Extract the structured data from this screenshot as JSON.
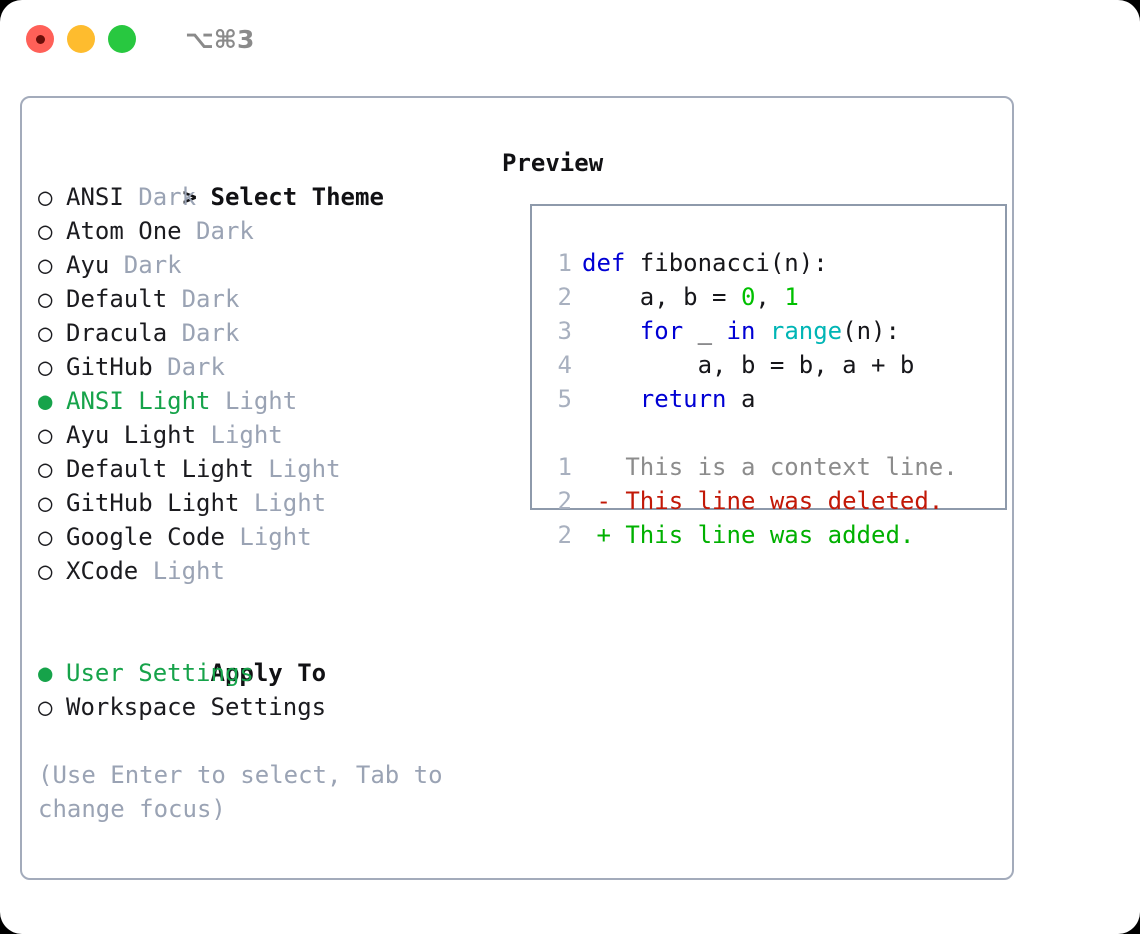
{
  "titlebar": {
    "shortcut_label": "⌥⌘3",
    "buttons": [
      {
        "name": "close",
        "color": "#ff6058"
      },
      {
        "name": "minimize",
        "color": "#febc2e"
      },
      {
        "name": "maximize",
        "color": "#28c840"
      }
    ]
  },
  "colors": {
    "accent_green": "#16a34a",
    "muted": "#9aa3b4",
    "text": "#1b1b1f",
    "border": "#a3abbb",
    "preview_border": "#8e9aab",
    "keyword_blue": "#0000d4",
    "function_cyan": "#00b5b5",
    "number_green": "#00c000",
    "diff_delete_red": "#c21807",
    "diff_add_green": "#00b000",
    "line_number": "#a8b0bf"
  },
  "theme_picker": {
    "header": "Select Theme",
    "header_prefix": "> ",
    "selected_marker": "● ",
    "unselected_marker": "○ ",
    "items": [
      {
        "name": "ANSI",
        "variant": "Dark",
        "selected": false
      },
      {
        "name": "Atom One",
        "variant": "Dark",
        "selected": false
      },
      {
        "name": "Ayu",
        "variant": "Dark",
        "selected": false
      },
      {
        "name": "Default",
        "variant": "Dark",
        "selected": false
      },
      {
        "name": "Dracula",
        "variant": "Dark",
        "selected": false
      },
      {
        "name": "GitHub",
        "variant": "Dark",
        "selected": false
      },
      {
        "name": "ANSI Light",
        "variant": "Light",
        "selected": true
      },
      {
        "name": "Ayu Light",
        "variant": "Light",
        "selected": false
      },
      {
        "name": "Default Light",
        "variant": "Light",
        "selected": false
      },
      {
        "name": "GitHub Light",
        "variant": "Light",
        "selected": false
      },
      {
        "name": "Google Code",
        "variant": "Light",
        "selected": false
      },
      {
        "name": "XCode",
        "variant": "Light",
        "selected": false
      }
    ]
  },
  "apply_to": {
    "header": "Apply To",
    "header_indent": "  ",
    "items": [
      {
        "name": "User Settings",
        "selected": true
      },
      {
        "name": "Workspace Settings",
        "selected": false
      }
    ]
  },
  "hint": "(Use Enter to select, Tab to change focus)",
  "preview": {
    "title": "Preview",
    "code_lines": [
      {
        "number": "1",
        "tokens": [
          {
            "text": "def",
            "style": "kw"
          },
          {
            "text": " fibonacci(n):",
            "style": "id"
          }
        ]
      },
      {
        "number": "2",
        "tokens": [
          {
            "text": "    a, b = ",
            "style": "id"
          },
          {
            "text": "0",
            "style": "num"
          },
          {
            "text": ", ",
            "style": "id"
          },
          {
            "text": "1",
            "style": "num"
          }
        ]
      },
      {
        "number": "3",
        "tokens": [
          {
            "text": "    ",
            "style": "id"
          },
          {
            "text": "for",
            "style": "kw"
          },
          {
            "text": " _ ",
            "style": "id"
          },
          {
            "text": "in",
            "style": "kw"
          },
          {
            "text": " ",
            "style": "id"
          },
          {
            "text": "range",
            "style": "fn"
          },
          {
            "text": "(n):",
            "style": "id"
          }
        ]
      },
      {
        "number": "4",
        "tokens": [
          {
            "text": "        a, b = b, a + b",
            "style": "id"
          }
        ]
      },
      {
        "number": "5",
        "tokens": [
          {
            "text": "    ",
            "style": "id"
          },
          {
            "text": "return",
            "style": "kw"
          },
          {
            "text": " a",
            "style": "id"
          }
        ]
      }
    ],
    "diff_lines": [
      {
        "number": "1",
        "sign": "  ",
        "text": "This is a context line.",
        "style": "ctx"
      },
      {
        "number": "2",
        "sign": "- ",
        "text": "This line was deleted.",
        "style": "del"
      },
      {
        "number": "2",
        "sign": "+ ",
        "text": "This line was added.",
        "style": "add"
      }
    ]
  }
}
